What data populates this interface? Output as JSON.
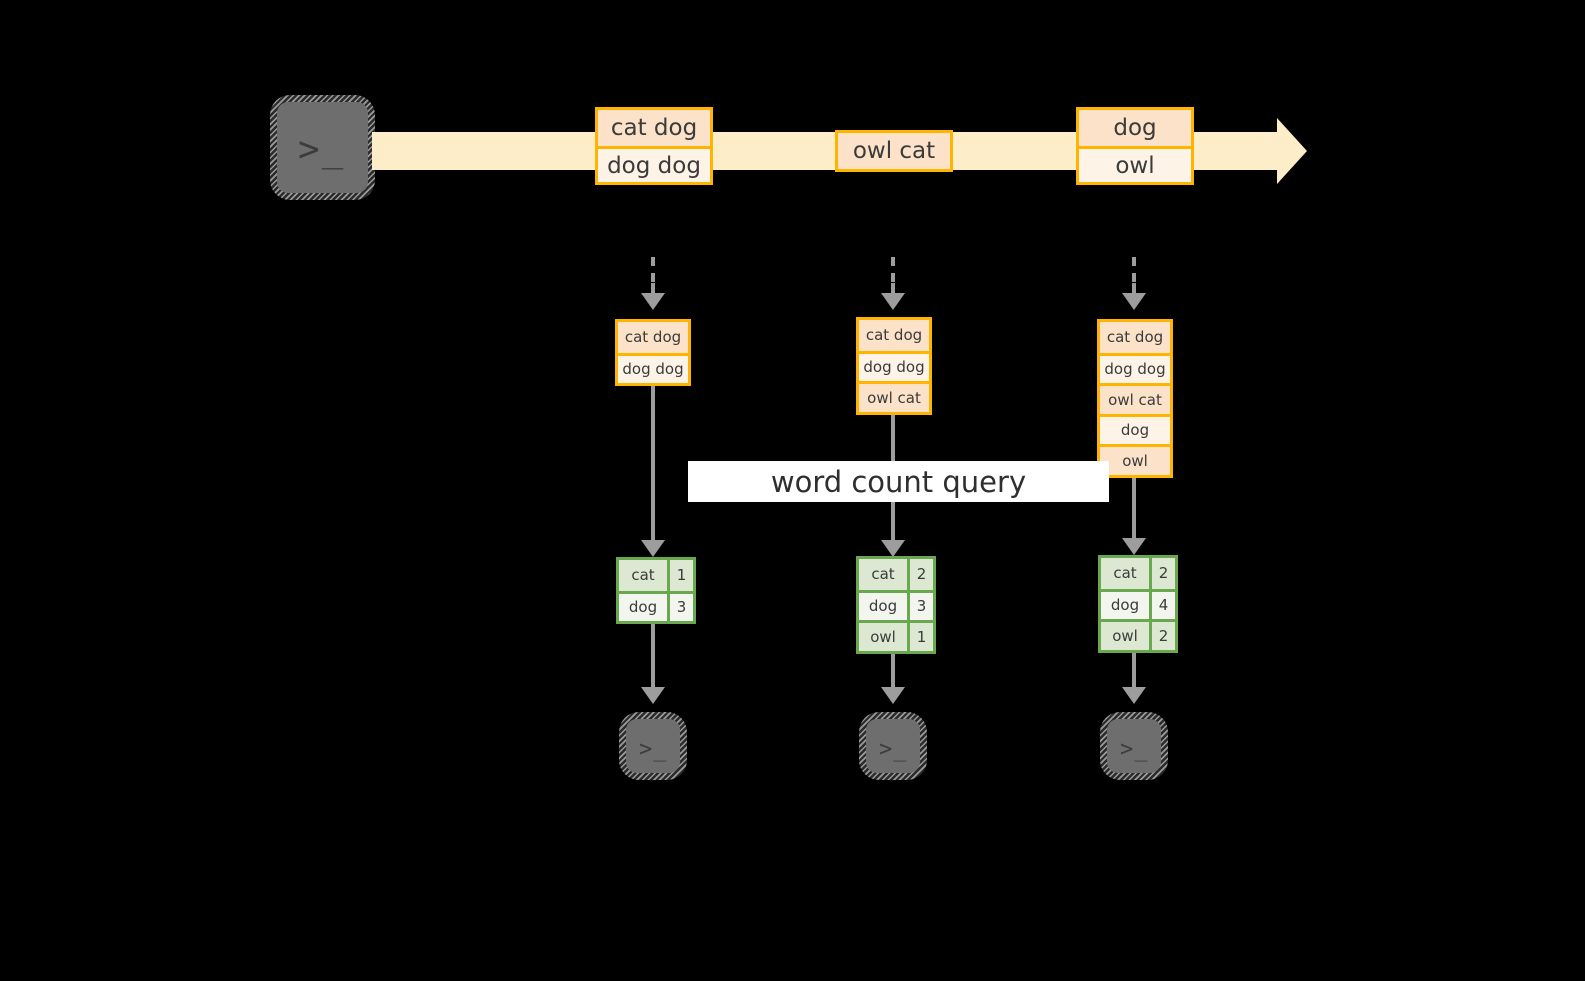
{
  "diagram": {
    "title": "word count streaming query",
    "colors": {
      "background": "#000000",
      "stream_fill": "#fdeec9",
      "record_border": "#ffb400",
      "record_fill_dark": "#fbe2c9",
      "record_fill_light": "#fdf3e7",
      "result_border": "#6aa84f",
      "result_fill_dark": "#dde8d3",
      "result_fill_light": "#f2f6ef",
      "connector": "#9d9d9d",
      "terminal_body": "#6e6e6e",
      "label_background": "#ffffff"
    },
    "query_label": "word count query",
    "source": {
      "icon": "terminal-icon",
      "prompt": ">_"
    },
    "stream": {
      "icon": "arrow-right-icon",
      "batches": [
        {
          "lines": [
            {
              "text": "cat dog",
              "shade": "dark"
            },
            {
              "text": "dog dog",
              "shade": "light"
            }
          ]
        },
        {
          "lines": [
            {
              "text": "owl cat",
              "shade": "dark"
            }
          ]
        },
        {
          "lines": [
            {
              "text": "dog",
              "shade": "dark"
            },
            {
              "text": "owl",
              "shade": "light"
            }
          ]
        }
      ]
    },
    "columns": [
      {
        "trigger_icon": "arrow-down-dashed-icon",
        "input_table": {
          "rows": [
            {
              "text": "cat dog",
              "shade": "dark"
            },
            {
              "text": "dog dog",
              "shade": "light"
            }
          ]
        },
        "result_table": {
          "rows": [
            {
              "word": "cat",
              "count": "1",
              "shade": "dark"
            },
            {
              "word": "dog",
              "count": "3",
              "shade": "light"
            }
          ]
        },
        "sink_icon": "terminal-icon",
        "sink_prompt": ">_"
      },
      {
        "trigger_icon": "arrow-down-dashed-icon",
        "input_table": {
          "rows": [
            {
              "text": "cat dog",
              "shade": "dark"
            },
            {
              "text": "dog dog",
              "shade": "light"
            },
            {
              "text": "owl cat",
              "shade": "dark"
            }
          ]
        },
        "result_table": {
          "rows": [
            {
              "word": "cat",
              "count": "2",
              "shade": "dark"
            },
            {
              "word": "dog",
              "count": "3",
              "shade": "light"
            },
            {
              "word": "owl",
              "count": "1",
              "shade": "dark"
            }
          ]
        },
        "sink_icon": "terminal-icon",
        "sink_prompt": ">_"
      },
      {
        "trigger_icon": "arrow-down-dashed-icon",
        "input_table": {
          "rows": [
            {
              "text": "cat dog",
              "shade": "dark"
            },
            {
              "text": "dog dog",
              "shade": "light"
            },
            {
              "text": "owl cat",
              "shade": "dark"
            },
            {
              "text": "dog",
              "shade": "light"
            },
            {
              "text": "owl",
              "shade": "dark"
            }
          ]
        },
        "result_table": {
          "rows": [
            {
              "word": "cat",
              "count": "2",
              "shade": "dark"
            },
            {
              "word": "dog",
              "count": "4",
              "shade": "light"
            },
            {
              "word": "owl",
              "count": "2",
              "shade": "dark"
            }
          ]
        },
        "sink_icon": "terminal-icon",
        "sink_prompt": ">_"
      }
    ]
  }
}
